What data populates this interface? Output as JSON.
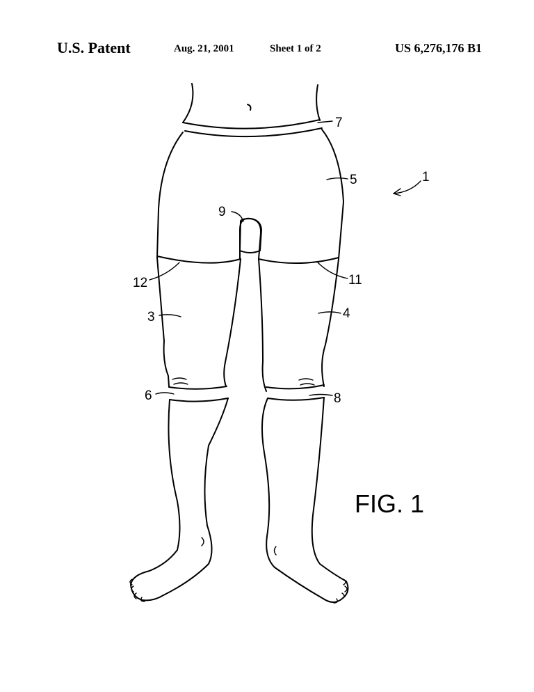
{
  "header": {
    "left": "U.S. Patent",
    "date": "Aug. 21, 2001",
    "sheet": "Sheet 1 of 2",
    "number": "US 6,276,176 B1"
  },
  "figure": {
    "caption": "FIG. 1",
    "labels": [
      "1",
      "3",
      "4",
      "5",
      "6",
      "7",
      "8",
      "9",
      "11",
      "12"
    ]
  }
}
